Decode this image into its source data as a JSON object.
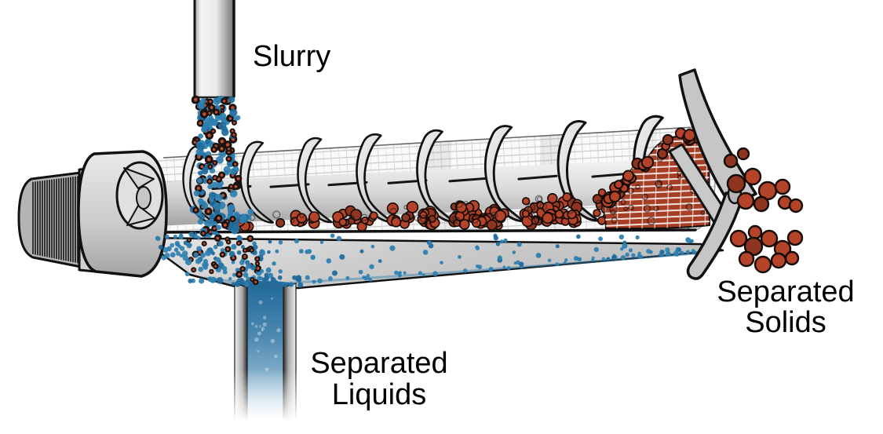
{
  "diagram": {
    "subject": "screw-press-separator",
    "labels": {
      "slurry": "Slurry",
      "separated_liquids": {
        "line1": "Separated",
        "line2": "Liquids"
      },
      "separated_solids": {
        "line1": "Separated",
        "line2": "Solids"
      }
    },
    "colors": {
      "background": "#ffffff",
      "liquid_blue": "#2e7fb0",
      "liquid_blue_dark": "#1f6b9d",
      "solid_red": "#b5432a",
      "solid_red_dark": "#8e3520",
      "particle_core_red": "#c14f2d",
      "particle_outline": "#140a06",
      "machine_gray": "#c9c9c9",
      "machine_gray_light": "#e8e8e8",
      "mesh_gray": "#c0c0c0",
      "outline_black": "#111111",
      "label_text": "#000000"
    }
  }
}
